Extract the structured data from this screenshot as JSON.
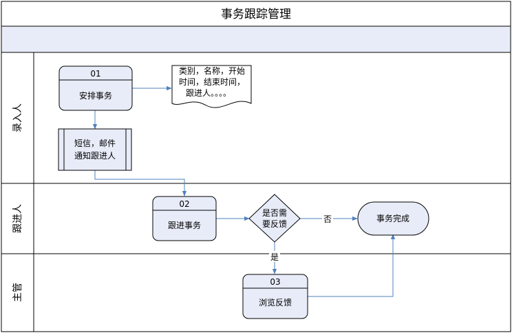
{
  "title": "事务跟踪管理",
  "lanes": [
    {
      "id": "recorder",
      "label": "录入人"
    },
    {
      "id": "follower",
      "label": "跟进人"
    },
    {
      "id": "supervisor",
      "label": "主管"
    }
  ],
  "nodes": {
    "n01": {
      "number": "01",
      "label": "安排事务"
    },
    "doc": {
      "lines": [
        "类别，名称，开始",
        "时间，结束时间，",
        "跟进人。。。。"
      ]
    },
    "notify": {
      "lines": [
        "短信，邮件",
        "通知跟进人"
      ]
    },
    "n02": {
      "number": "02",
      "label": "跟进事务"
    },
    "decision": {
      "lines": [
        "是否需",
        "要反馈"
      ]
    },
    "done": {
      "label": "事务完成"
    },
    "n03": {
      "number": "03",
      "label": "浏览反馈"
    }
  },
  "edges": {
    "no_label": "否",
    "yes_label": "是"
  },
  "colors": {
    "shape_fill": "#e8ecf8",
    "arrow": "#4f81bd",
    "border": "#000000",
    "frame_fill": "#ffffff"
  }
}
